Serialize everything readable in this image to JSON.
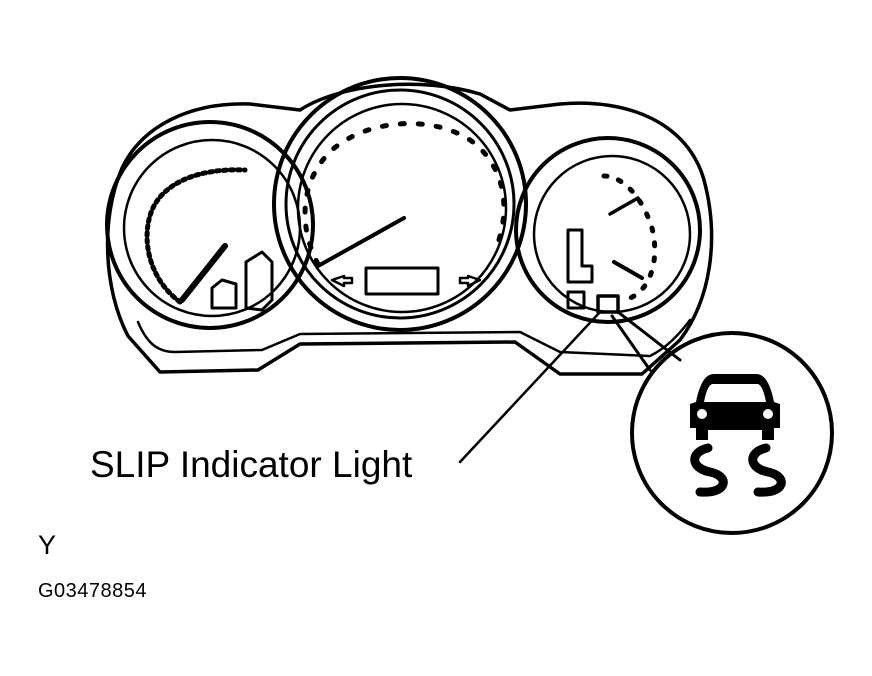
{
  "labels": {
    "callout": "SLIP Indicator Light",
    "view": "Y",
    "figure_code": "G03478854"
  },
  "colors": {
    "ink": "#000000",
    "paper": "#ffffff"
  },
  "icons": {
    "indicator": "slip-indicator-icon"
  }
}
